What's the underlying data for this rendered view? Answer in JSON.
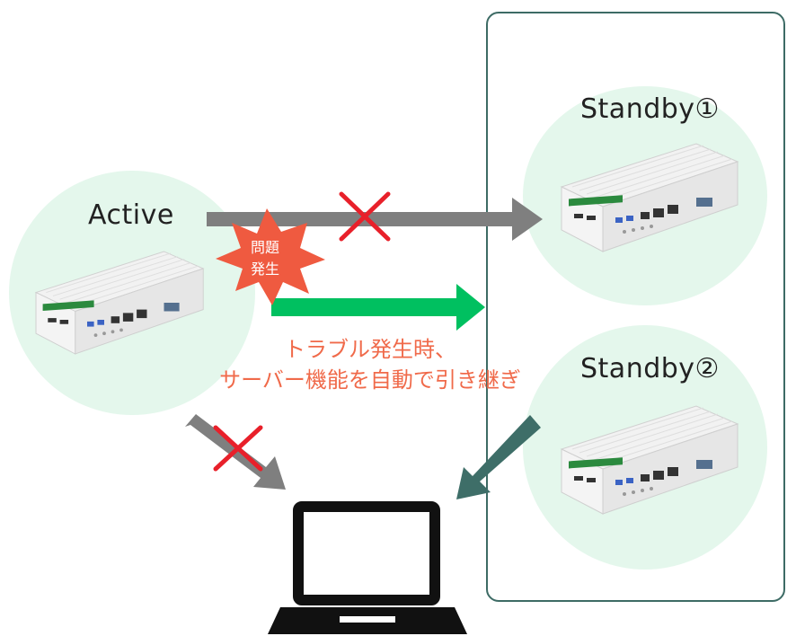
{
  "nodes": {
    "active": {
      "label": "Active"
    },
    "standby1": {
      "label": "Standby①"
    },
    "standby2": {
      "label": "Standby②"
    }
  },
  "burst": {
    "line1": "問題",
    "line2": "発生"
  },
  "note": {
    "line1": "トラブル発生時、",
    "line2": "サーバー機能を自動で引き継ぎ"
  },
  "colors": {
    "circle": "#e4f7ec",
    "box_border": "#3d6b65",
    "gray_arrow": "#7f7f7f",
    "green_arrow": "#00c060",
    "teal_arrow": "#3e6e68",
    "cross": "#e8202a",
    "burst": "#ef5a40",
    "note_text": "#f06a4a"
  },
  "icons": [
    "server-device-icon",
    "laptop-icon",
    "cross-icon"
  ]
}
